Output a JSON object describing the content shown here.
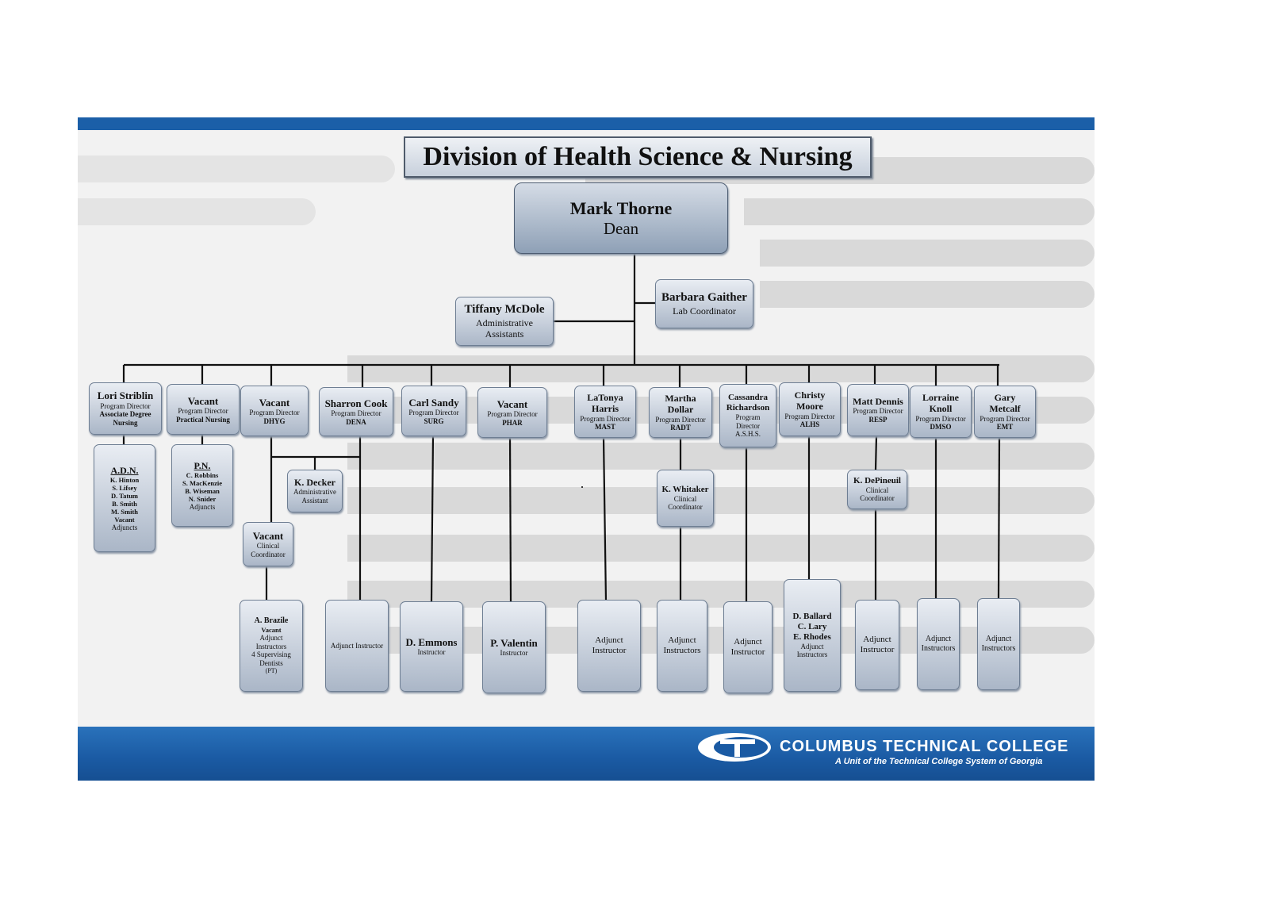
{
  "title": "Division of Health Science & Nursing",
  "dean": {
    "name": "Mark Thorne",
    "title": "Dean"
  },
  "admin": {
    "name": "Tiffany McDole",
    "role_lines": [
      "Administrative",
      "Assistants"
    ]
  },
  "lab": {
    "name": "Barbara Gaither",
    "role": "Lab Coordinator"
  },
  "directors": [
    {
      "key": "adn",
      "name_lines": [
        "Lori Striblin"
      ],
      "role_lines": [
        "Program Director",
        "Associate Degree",
        "Nursing"
      ]
    },
    {
      "key": "pn",
      "name_lines": [
        "Vacant"
      ],
      "role_lines": [
        "Program Director",
        "Practical Nursing"
      ]
    },
    {
      "key": "dhyg",
      "name_lines": [
        "Vacant"
      ],
      "role_lines": [
        "Program Director",
        "DHYG"
      ]
    },
    {
      "key": "dena",
      "name_lines": [
        "Sharron Cook"
      ],
      "role_lines": [
        "Program Director",
        "DENA"
      ]
    },
    {
      "key": "surg",
      "name_lines": [
        "Carl Sandy"
      ],
      "role_lines": [
        "Program Director",
        "SURG"
      ]
    },
    {
      "key": "phar",
      "name_lines": [
        "Vacant"
      ],
      "role_lines": [
        "Program Director",
        "PHAR"
      ]
    },
    {
      "key": "mast",
      "name_lines": [
        "LaTonya",
        "Harris"
      ],
      "role_lines": [
        "Program Director",
        "MAST"
      ]
    },
    {
      "key": "radt",
      "name_lines": [
        "Martha",
        "Dollar"
      ],
      "role_lines": [
        "Program Director",
        "RADT"
      ]
    },
    {
      "key": "ashs",
      "name_lines": [
        "Cassandra",
        "Richardson"
      ],
      "role_lines": [
        "Program",
        "Director",
        "A.S.H.S."
      ]
    },
    {
      "key": "alhs",
      "name_lines": [
        "Christy",
        "Moore"
      ],
      "role_lines": [
        "Program Director",
        "ALHS"
      ]
    },
    {
      "key": "resp",
      "name_lines": [
        "Matt Dennis"
      ],
      "role_lines": [
        "Program Director",
        "RESP"
      ]
    },
    {
      "key": "dmso",
      "name_lines": [
        "Lorraine",
        "Knoll"
      ],
      "role_lines": [
        "Program Director",
        "DMSO"
      ]
    },
    {
      "key": "emt",
      "name_lines": [
        "Gary",
        "Metcalf"
      ],
      "role_lines": [
        "Program Director",
        "EMT"
      ]
    }
  ],
  "adn_team": {
    "heading": "A.D.N.",
    "members": [
      "K. Hinton",
      "S. Lifsey",
      "D. Tatum",
      "B. Smith",
      "M. Smith",
      "Vacant"
    ],
    "note": "Adjuncts"
  },
  "pn_team": {
    "heading": "P.N.",
    "members": [
      "C. Robbins",
      "S. MacKenzie",
      "B. Wiseman",
      "N. Snider"
    ],
    "note": "Adjuncts"
  },
  "decker": {
    "name": "K. Decker",
    "role_lines": [
      "Administrative",
      "Assistant"
    ]
  },
  "dhyg_coord": {
    "name": "Vacant",
    "role_lines": [
      "Clinical",
      "Coordinator"
    ]
  },
  "whitaker": {
    "name": "K. Whitaker",
    "role_lines": [
      "Clinical",
      "Coordinator"
    ]
  },
  "depineuil": {
    "name": "K. DePineuil",
    "role_lines": [
      "Clinical",
      "Coordinator"
    ]
  },
  "dhyg_staff": {
    "name": "A. Brazile",
    "bold_lines": [
      "Vacant"
    ],
    "lines": [
      "Adjunct",
      "Instructors",
      "4 Supervising",
      "Dentists",
      "(PT)"
    ]
  },
  "dena_staff": {
    "text": "Adjunct Instructor"
  },
  "surg_staff": {
    "name": "D. Emmons",
    "role": "Instructor"
  },
  "phar_staff": {
    "name": "P. Valentin",
    "role": "Instructor"
  },
  "mast_staff": {
    "lines": [
      "Adjunct",
      "Instructor"
    ]
  },
  "radt_staff": {
    "lines": [
      "Adjunct",
      "Instructors"
    ]
  },
  "ashs_staff": {
    "lines": [
      "Adjunct",
      "Instructor"
    ]
  },
  "alhs_staff": {
    "name_lines": [
      "D. Ballard",
      "C. Lary",
      "E. Rhodes"
    ],
    "lines": [
      "Adjunct",
      "Instructors"
    ]
  },
  "resp_staff": {
    "lines": [
      "Adjunct",
      "Instructor"
    ]
  },
  "dmso_staff": {
    "lines": [
      "Adjunct",
      "Instructors"
    ]
  },
  "emt_staff": {
    "lines": [
      "Adjunct",
      "Instructors"
    ]
  },
  "footer": {
    "college": "COLUMBUS TECHNICAL COLLEGE",
    "tagline": "A Unit of the Technical College System of Georgia"
  },
  "colors": {
    "band_blue": "#1b5fa8",
    "box_top": "#e9edf3",
    "box_bottom": "#aab6c7"
  }
}
